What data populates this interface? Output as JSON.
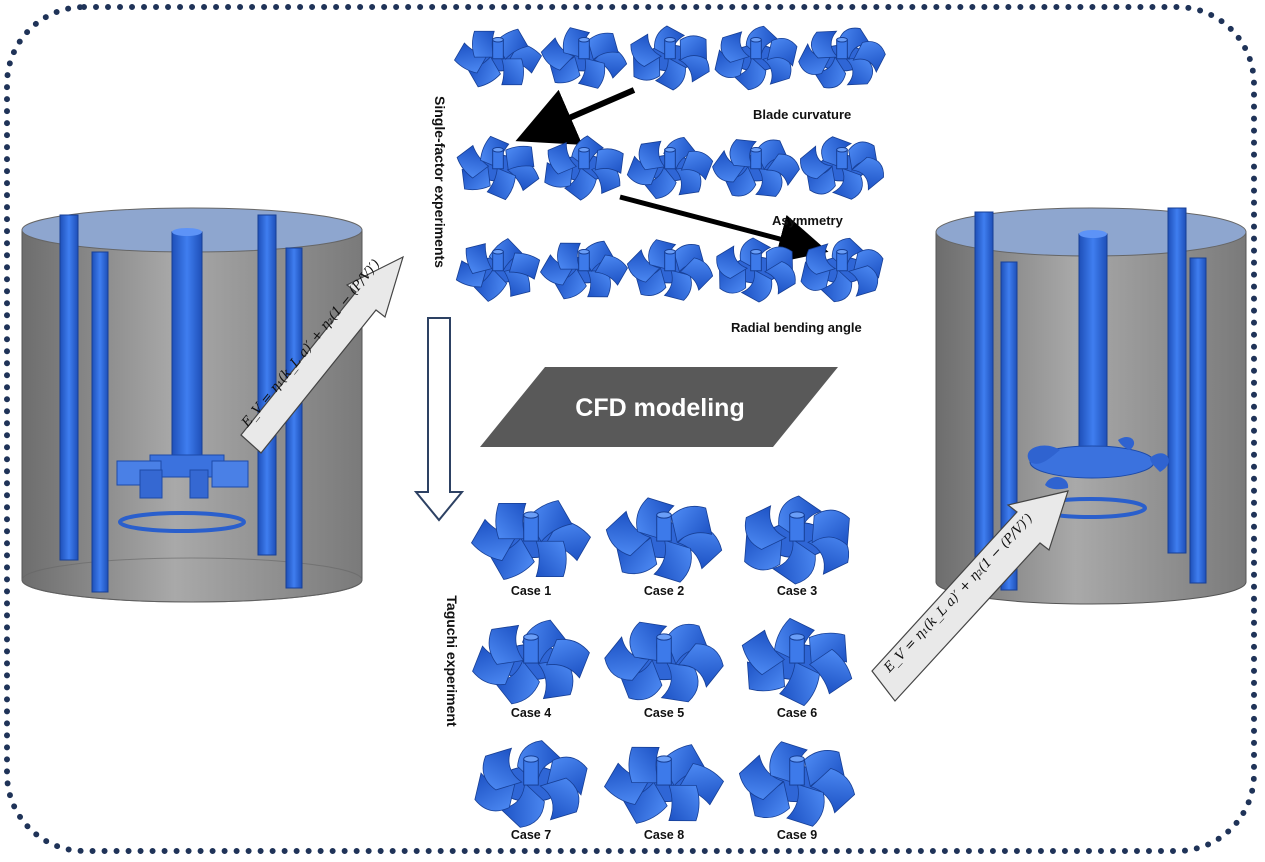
{
  "single_factor_label": "Single-factor experiments",
  "taguchi_label": "Taguchi experiment",
  "factor_labels": {
    "blade_curvature": "Blade curvature",
    "asymmetry": "Asymmetry",
    "radial_bending_angle": "Radial bending angle"
  },
  "cfd_label": "CFD modeling",
  "formula": "E_V = η₁(k_L a)′ + η₂(1 − (P/V)′)",
  "cases": [
    "Case 1",
    "Case 2",
    "Case 3",
    "Case 4",
    "Case 5",
    "Case 6",
    "Case 7",
    "Case 8",
    "Case 9"
  ],
  "colors": {
    "frame": "#1f3358",
    "impeller": "#2f6ee0",
    "tank": "#8a8a8a",
    "tank_top": "#8ea6cf",
    "cfd_box": "#595959"
  }
}
